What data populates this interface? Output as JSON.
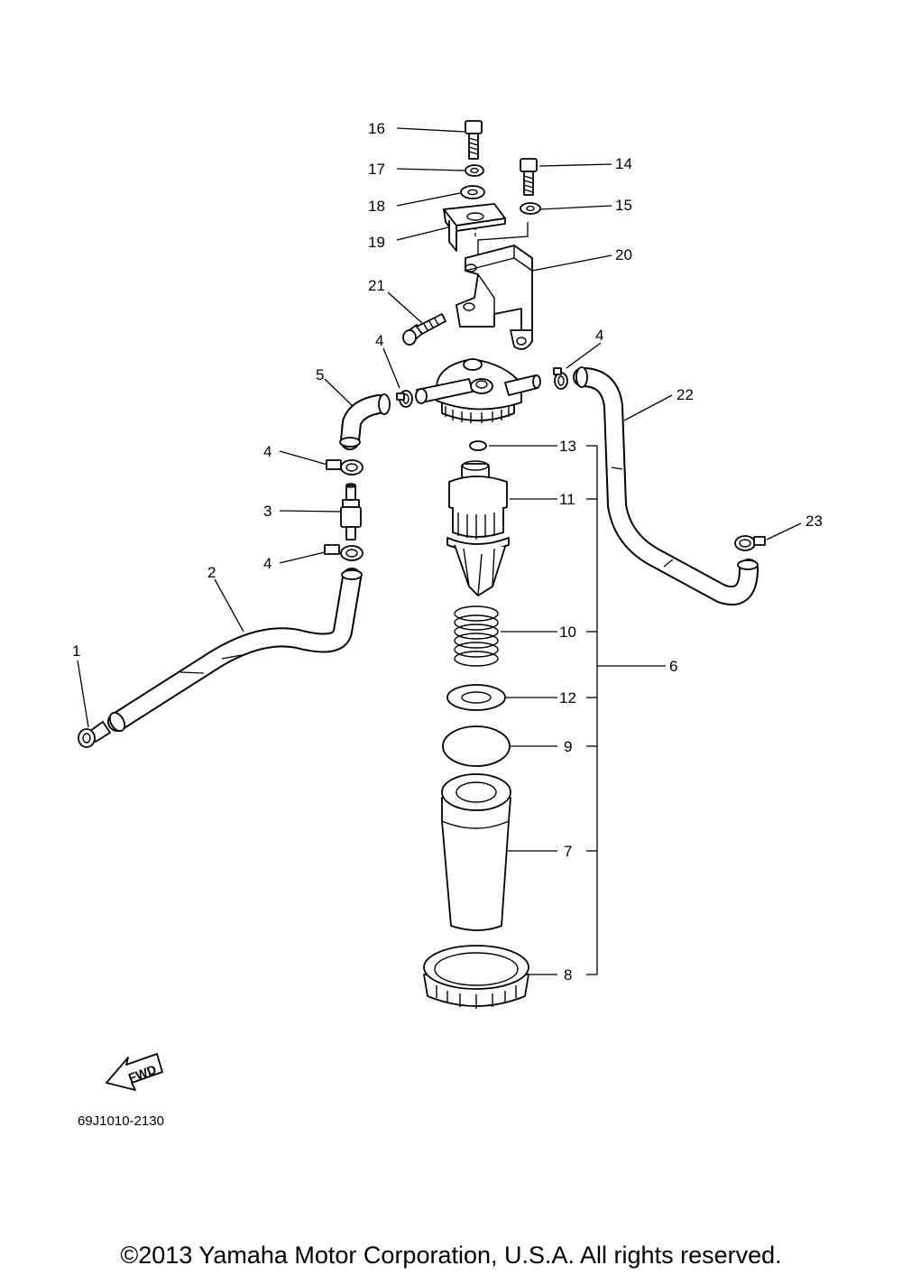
{
  "labels": {
    "l1": "1",
    "l2": "2",
    "l3": "3",
    "l4a": "4",
    "l4b": "4",
    "l4c": "4",
    "l4d": "4",
    "l5": "5",
    "l6": "6",
    "l7": "7",
    "l8": "8",
    "l9": "9",
    "l10": "10",
    "l11": "11",
    "l12": "12",
    "l13": "13",
    "l14": "14",
    "l15": "15",
    "l16": "16",
    "l17": "17",
    "l18": "18",
    "l19": "19",
    "l20": "20",
    "l21": "21",
    "l22": "22",
    "l23": "23"
  },
  "fwd_label": "FWD",
  "part_code": "69J1010-2130",
  "copyright": "©2013 Yamaha Motor Corporation, U.S.A. All rights reserved."
}
